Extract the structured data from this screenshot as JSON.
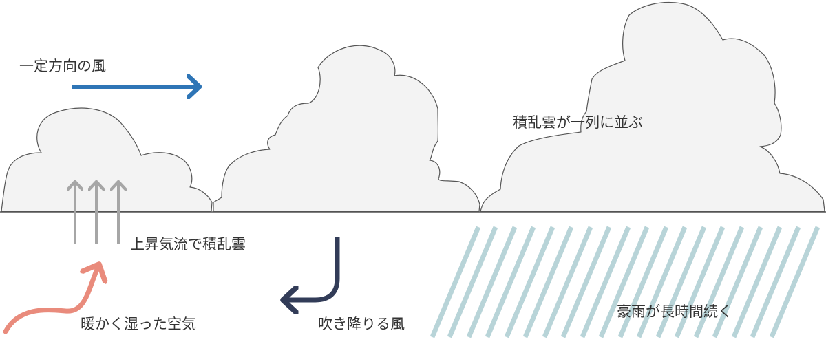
{
  "labels": {
    "wind_direction": "一定方向の風",
    "updraft": "上昇気流で積乱雲",
    "warm_air": "暖かく湿った空気",
    "downdraft": "吹き降りる風",
    "cloud_line": "積乱雲が一列に並ぶ",
    "heavy_rain": "豪雨が長時間続く"
  },
  "colors": {
    "cloud_fill": "#f3f3f3",
    "cloud_stroke": "#555555",
    "ground": "#555555",
    "wind_arrow": "#2e75b6",
    "updraft_arrows": "#a6a6a6",
    "warm_air_arrow": "#e98b7c",
    "downdraft_arrow": "#323c58",
    "rain": "#b8d4d8",
    "text": "#333333"
  },
  "icons": {
    "wind": "right-arrow-icon",
    "updraft": "up-arrow-icon",
    "warm_air": "curved-up-arrow-icon",
    "downdraft": "curved-left-arrow-icon",
    "rain": "rain-streaks-icon"
  }
}
